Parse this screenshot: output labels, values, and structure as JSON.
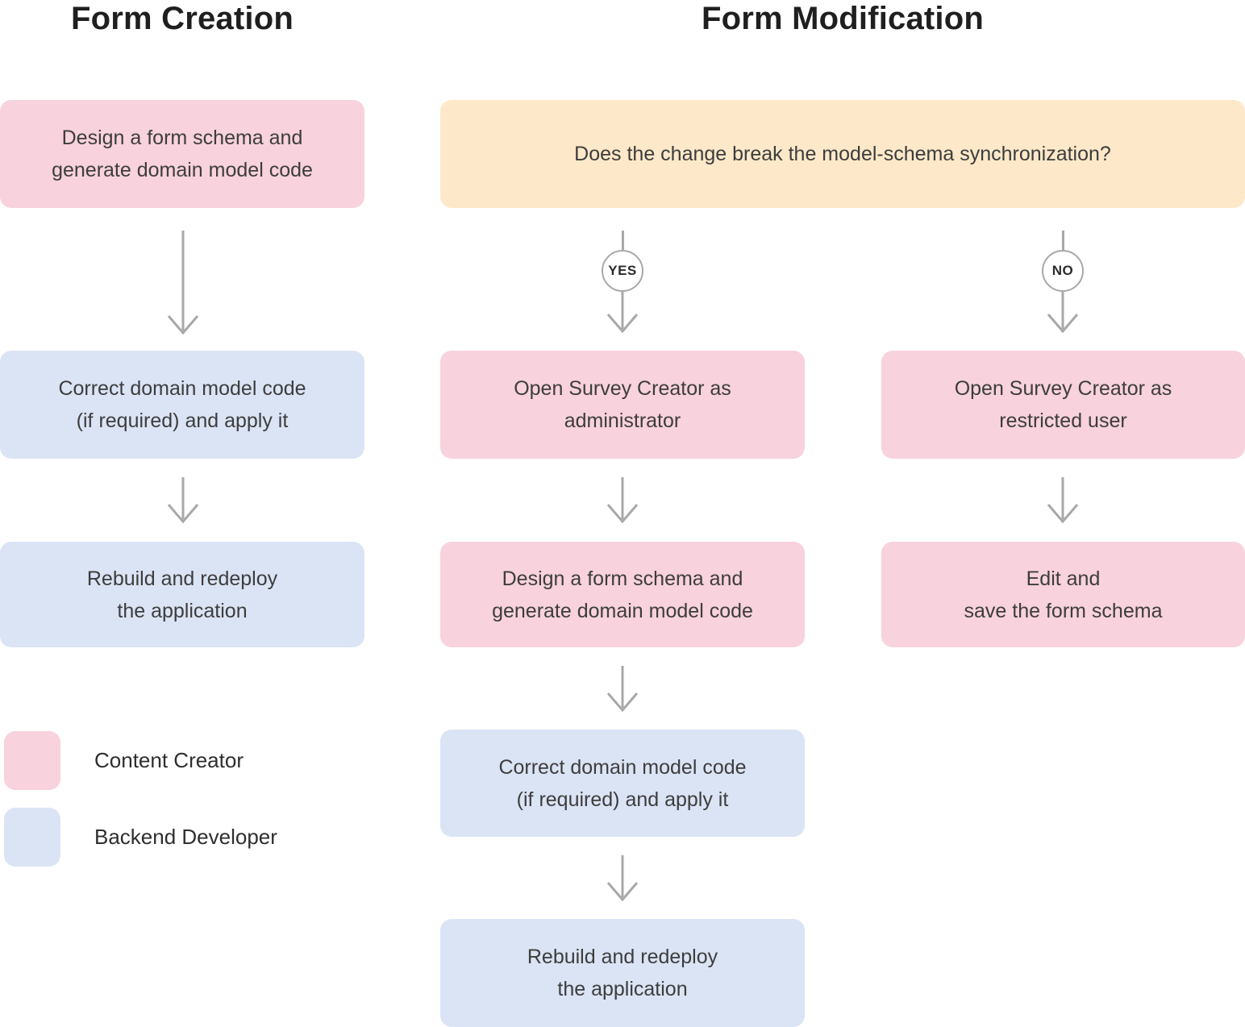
{
  "titles": {
    "creation": "Form Creation",
    "modification": "Form Modification"
  },
  "decision": {
    "question": "Does the change break the model-schema synchronization?",
    "yes_label": "YES",
    "no_label": "NO"
  },
  "creation_flow": [
    {
      "text": "Design a form schema and\ngenerate domain model code",
      "role": "content-creator"
    },
    {
      "text": "Correct domain model code\n(if required) and apply it",
      "role": "backend-developer"
    },
    {
      "text": "Rebuild and redeploy\nthe application",
      "role": "backend-developer"
    }
  ],
  "yes_flow": [
    {
      "text": "Open Survey Creator as\nadministrator",
      "role": "content-creator"
    },
    {
      "text": "Design a form schema and\ngenerate domain model code",
      "role": "content-creator"
    },
    {
      "text": "Correct domain model code\n(if required) and apply it",
      "role": "backend-developer"
    },
    {
      "text": "Rebuild and redeploy\nthe application",
      "role": "backend-developer"
    }
  ],
  "no_flow": [
    {
      "text": "Open Survey Creator as\nrestricted user",
      "role": "content-creator"
    },
    {
      "text": "Edit and\nsave the form schema",
      "role": "content-creator"
    }
  ],
  "legend": [
    {
      "label": "Content Creator",
      "color": "#f8d2dc"
    },
    {
      "label": "Backend Developer",
      "color": "#dbe4f5"
    }
  ],
  "colors": {
    "content_creator_box": "#f8d2dc",
    "backend_developer_box": "#dbe4f5",
    "decision_box": "#fde9c9",
    "arrow": "#a8a8a8",
    "text": "#3d3d3d"
  }
}
